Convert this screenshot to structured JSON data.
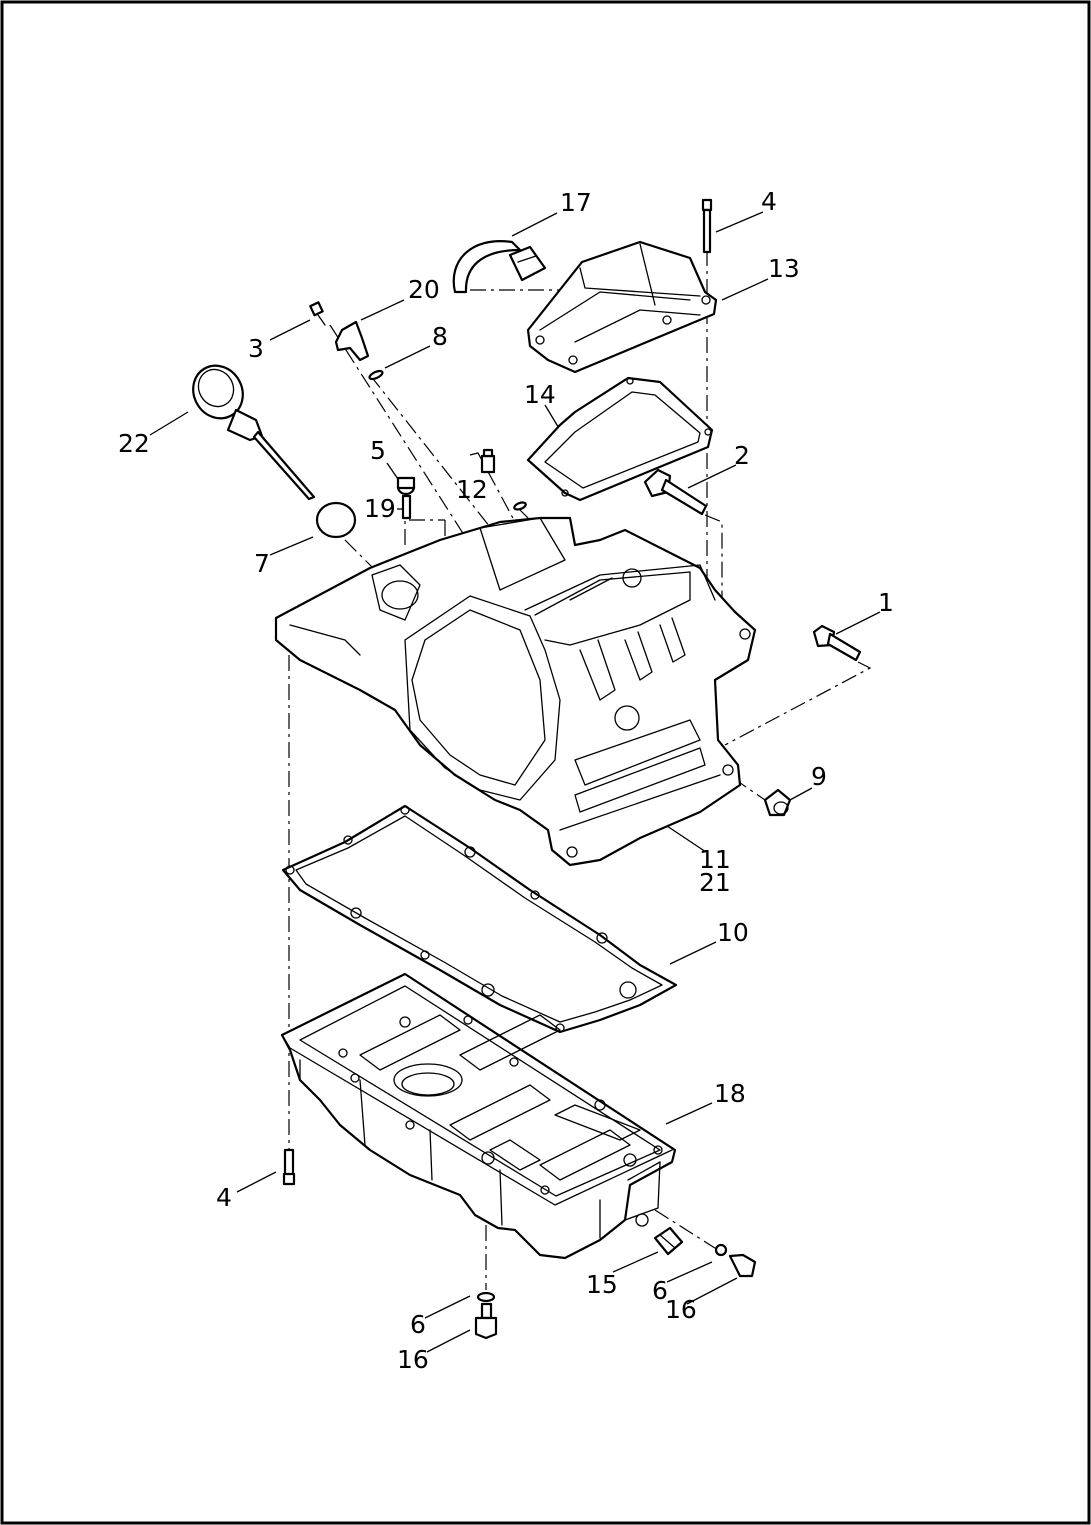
{
  "diagram": {
    "callouts": [
      {
        "id": "c17",
        "text": "17"
      },
      {
        "id": "c4a",
        "text": "4"
      },
      {
        "id": "c13",
        "text": "13"
      },
      {
        "id": "c20",
        "text": "20"
      },
      {
        "id": "c3",
        "text": "3"
      },
      {
        "id": "c8",
        "text": "8"
      },
      {
        "id": "c14",
        "text": "14"
      },
      {
        "id": "c22",
        "text": "22"
      },
      {
        "id": "c5",
        "text": "5"
      },
      {
        "id": "c2",
        "text": "2"
      },
      {
        "id": "c12",
        "text": "12"
      },
      {
        "id": "c19",
        "text": "19"
      },
      {
        "id": "c7",
        "text": "7"
      },
      {
        "id": "c1",
        "text": "1"
      },
      {
        "id": "c9",
        "text": "9"
      },
      {
        "id": "c11",
        "text": "11"
      },
      {
        "id": "c21",
        "text": "21"
      },
      {
        "id": "c10",
        "text": "10"
      },
      {
        "id": "c18",
        "text": "18"
      },
      {
        "id": "c4b",
        "text": "4"
      },
      {
        "id": "c15",
        "text": "15"
      },
      {
        "id": "c6a",
        "text": "6"
      },
      {
        "id": "c16a",
        "text": "16"
      },
      {
        "id": "c6b",
        "text": "6"
      },
      {
        "id": "c16b",
        "text": "16"
      }
    ]
  }
}
